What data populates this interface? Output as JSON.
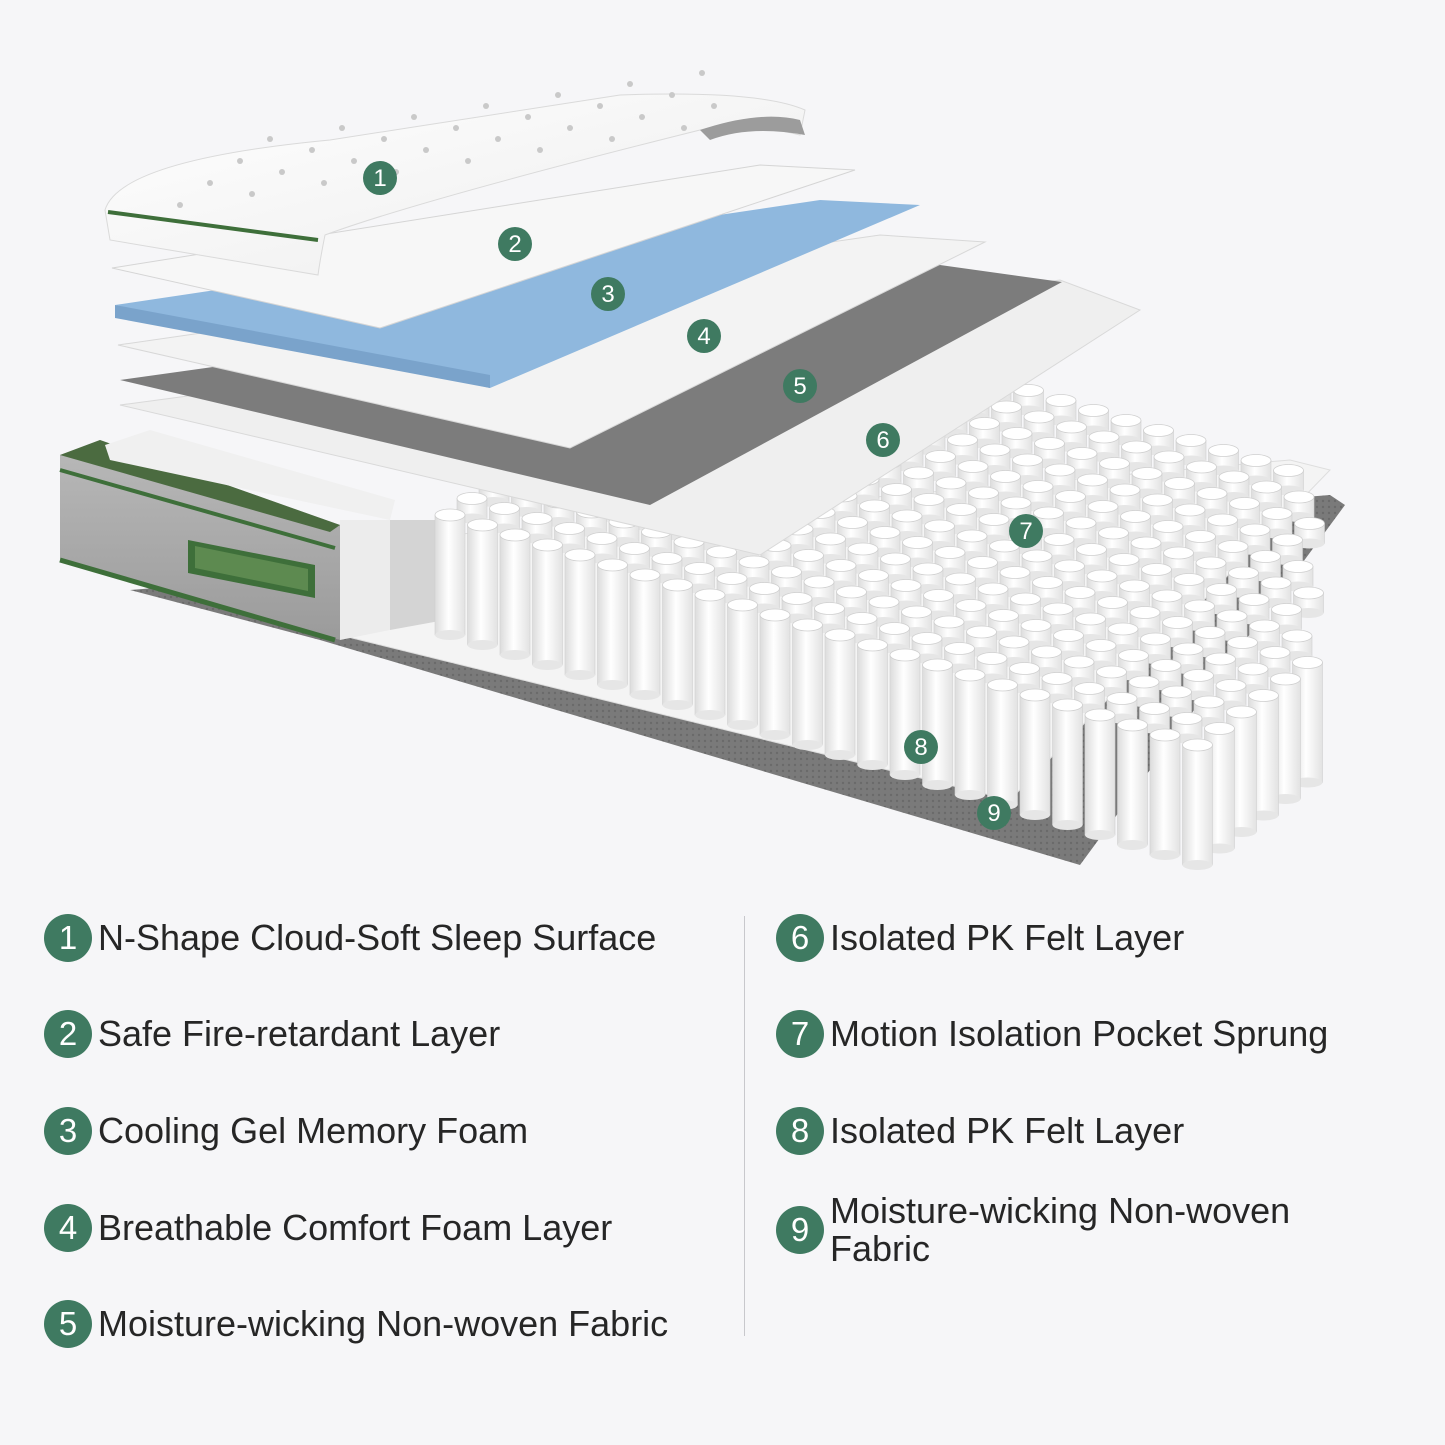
{
  "colors": {
    "background": "#f6f6f8",
    "badge": "#3f7a61",
    "badge_text": "#ffffff",
    "edge_green": "#3e6f3a",
    "gel_blue": "#8fb8de",
    "felt_grey": "#8a8a8a",
    "base_grey": "#7a7a7a",
    "text": "#262626"
  },
  "diagram": {
    "markers": [
      "1",
      "2",
      "3",
      "4",
      "5",
      "6",
      "7",
      "8",
      "9"
    ]
  },
  "legend": {
    "left": [
      {
        "num": "1",
        "text": "N-Shape Cloud-Soft Sleep Surface"
      },
      {
        "num": "2",
        "text": "Safe Fire-retardant Layer"
      },
      {
        "num": "3",
        "text": "Cooling Gel Memory Foam"
      },
      {
        "num": "4",
        "text": "Breathable Comfort Foam Layer"
      },
      {
        "num": "5",
        "text": "Moisture-wicking Non-woven Fabric"
      }
    ],
    "right": [
      {
        "num": "6",
        "text": "Isolated PK Felt Layer"
      },
      {
        "num": "7",
        "text": "Motion Isolation Pocket Sprung"
      },
      {
        "num": "8",
        "text": "Isolated PK Felt Layer"
      },
      {
        "num": "9",
        "text": "Moisture-wicking Non-woven Fabric"
      }
    ]
  }
}
